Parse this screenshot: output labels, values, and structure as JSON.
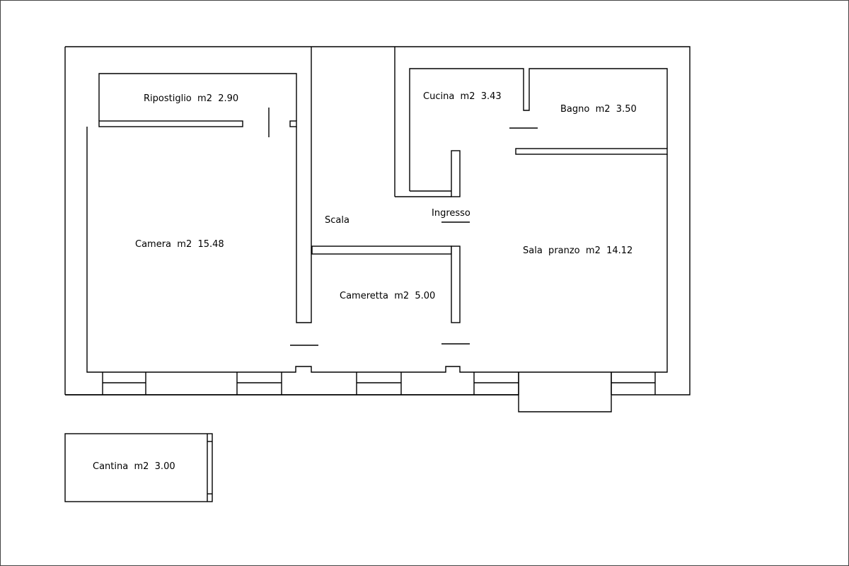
{
  "rooms": {
    "ripostiglio": "Ripostiglio  m2  2.90",
    "camera": "Camera  m2  15.48",
    "scala": "Scala",
    "cucina": "Cucina  m2  3.43",
    "bagno": "Bagno  m2  3.50",
    "ingresso": "Ingresso",
    "sala_pranzo": "Sala  pranzo  m2  14.12",
    "cameretta": "Cameretta  m2  5.00",
    "cantina": "Cantina  m2  3.00"
  }
}
